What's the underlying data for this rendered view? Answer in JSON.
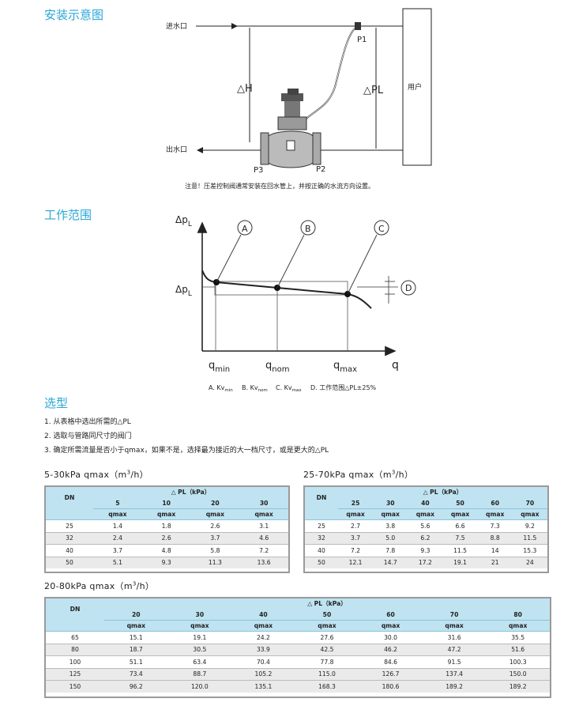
{
  "sections": {
    "install": "安装示意图",
    "range": "工作范围",
    "select": "选型"
  },
  "install": {
    "inlet": "进水口",
    "outlet": "出水口",
    "dh": "△H",
    "dpl": "△PL",
    "user": "用户",
    "p1": "P1",
    "p2": "P2",
    "p3": "P3",
    "note": "注意！压差控制阀通常安装在回水管上，并按正确的水流方向设置。"
  },
  "range": {
    "y_top": "Δp",
    "y_top_sub": "L",
    "y_mid": "Δp",
    "y_mid_sub": "L",
    "x_min": "q",
    "x_min_sub": "min",
    "x_nom": "q",
    "x_nom_sub": "nom",
    "x_max": "q",
    "x_max_sub": "max",
    "x_axis": "q",
    "circle_a": "A",
    "circle_b": "B",
    "circle_c": "C",
    "circle_d": "D",
    "legend_a": "A. Kv",
    "legend_a_sub": "min",
    "legend_b": "B. Kv",
    "legend_b_sub": "nom",
    "legend_c": "C. Kv",
    "legend_c_sub": "max",
    "legend_d": "D. 工作范围△PL±25%"
  },
  "steps": [
    "1. 从表格中选出所需的△PL",
    "2. 选取与管路同尺寸的阀门",
    "3. 确定所需流量是否小于qmax，如果不是，选择最为接近的大一档尺寸，或是更大的△PL"
  ],
  "tables": [
    {
      "title": "5-30kPa   qmax（m",
      "title_sup": "3",
      "title_end": "/h）",
      "dn_label": "DN",
      "pl_label": "△ PL（kPa）",
      "pl_values": [
        "5",
        "10",
        "20",
        "30"
      ],
      "qmax_label": "qmax",
      "rows": [
        [
          "25",
          "1.4",
          "1.8",
          "2.6",
          "3.1"
        ],
        [
          "32",
          "2.4",
          "2.6",
          "3.7",
          "4.6"
        ],
        [
          "40",
          "3.7",
          "4.8",
          "5.8",
          "7.2"
        ],
        [
          "50",
          "5.1",
          "9.3",
          "11.3",
          "13.6"
        ]
      ]
    },
    {
      "title": "25-70kPa   qmax（m",
      "title_sup": "3",
      "title_end": "/h）",
      "dn_label": "DN",
      "pl_label": "△ PL（kPa）",
      "pl_values": [
        "25",
        "30",
        "40",
        "50",
        "60",
        "70"
      ],
      "qmax_label": "qmax",
      "rows": [
        [
          "25",
          "2.7",
          "3.8",
          "5.6",
          "6.6",
          "7.3",
          "9.2"
        ],
        [
          "32",
          "3.7",
          "5.0",
          "6.2",
          "7.5",
          "8.8",
          "11.5"
        ],
        [
          "40",
          "7.2",
          "7.8",
          "9.3",
          "11.5",
          "14",
          "15.3"
        ],
        [
          "50",
          "12.1",
          "14.7",
          "17.2",
          "19.1",
          "21",
          "24"
        ]
      ]
    },
    {
      "title": "20-80kPa   qmax（m",
      "title_sup": "3",
      "title_end": "/h）",
      "dn_label": "DN",
      "pl_label": "△ PL（kPa）",
      "pl_values": [
        "20",
        "30",
        "40",
        "50",
        "60",
        "70",
        "80"
      ],
      "qmax_label": "qmax",
      "rows": [
        [
          "65",
          "15.1",
          "19.1",
          "24.2",
          "27.6",
          "30.0",
          "31.6",
          "35.5"
        ],
        [
          "80",
          "18.7",
          "30.5",
          "33.9",
          "42.5",
          "46.2",
          "47.2",
          "51.6"
        ],
        [
          "100",
          "51.1",
          "63.4",
          "70.4",
          "77.8",
          "84.6",
          "91.5",
          "100.3"
        ],
        [
          "125",
          "73.4",
          "88.7",
          "105.2",
          "115.0",
          "126.7",
          "137.4",
          "150.0"
        ],
        [
          "150",
          "96.2",
          "120.0",
          "135.1",
          "168.3",
          "180.6",
          "189.2",
          "189.2"
        ]
      ]
    }
  ]
}
